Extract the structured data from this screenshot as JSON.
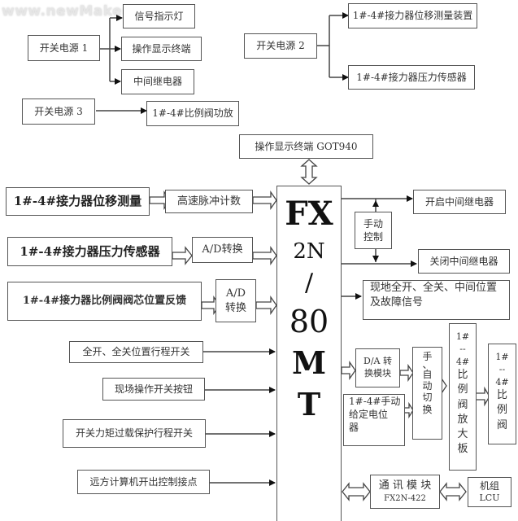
{
  "watermark": "www.newMaker.com",
  "power": {
    "ps1": "开关电源 1",
    "ps2": "开关电源 2",
    "ps3": "开关电源 3",
    "ps1_targets": [
      "信号指示灯",
      "操作显示终端",
      "中间继电器"
    ],
    "ps2_targets": [
      "1#-4#接力器位移测量装置",
      "1#-4#接力器压力传感器"
    ],
    "ps3_target": "1#-4#比例阀功放"
  },
  "hmi": "操作显示终端 GOT940",
  "plc": {
    "lines": [
      "FX",
      "2N",
      "/",
      "80",
      "M",
      "T"
    ]
  },
  "inputs": {
    "displacement": "1#-4#接力器位移测量",
    "pulse_counter": "高速脉冲计数",
    "pressure": "1#-4#接力器压力传感器",
    "ad1": "A/D转换",
    "valve_feedback": "1#-4#接力器比例阀阀芯位置反馈",
    "ad2_line1": "A/D",
    "ad2_line2": "转换",
    "limit_switch": "全开、全关位置行程开关",
    "field_buttons": "现场操作开关按钮",
    "torque_switch": "开关力矩过载保护行程开关",
    "remote_contacts": "远方计算机开出控制接点"
  },
  "outputs": {
    "open_relay": "开启中间继电器",
    "manual_line1": "手动",
    "manual_line2": "控制",
    "close_relay": "关闭中间继电器",
    "status_line1": "现地全开、全关、中间位置",
    "status_line2": "及故障信号",
    "da_line1": "D/A 转",
    "da_line2": "换模块",
    "manual_pot_line1": "1#-4#手动",
    "manual_pot_line2": "给定电位",
    "manual_pot_line3": "器",
    "switch_chars": [
      "手",
      "、",
      "自",
      "动",
      "切",
      "换"
    ],
    "amp_chars": [
      "1#",
      "--",
      "4#",
      "比",
      "例",
      "阀",
      "放",
      "大",
      "板"
    ],
    "valve_chars": [
      "1#",
      "--",
      "4#",
      "比",
      "例",
      "阀"
    ],
    "comm_line1": "通 讯 模 块",
    "comm_line2": "FX2N-422",
    "lcu_line1": "机组",
    "lcu_line2": "LCU"
  }
}
